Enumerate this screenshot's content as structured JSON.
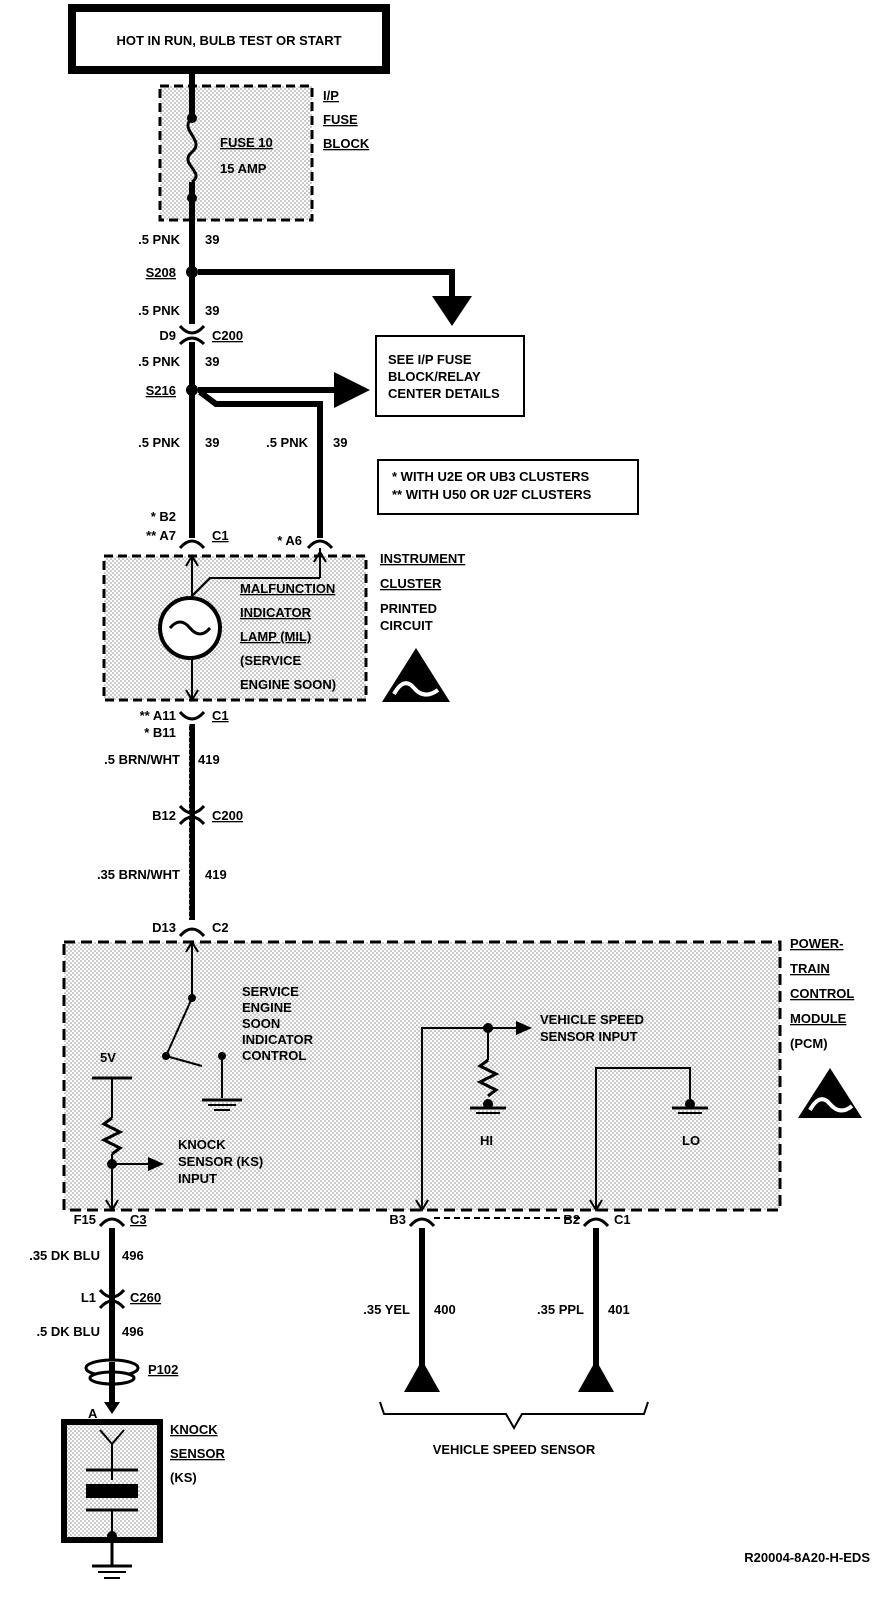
{
  "header": {
    "power_source": "HOT IN RUN, BULB TEST OR START"
  },
  "fuse_block": {
    "label_lines": [
      "I/P",
      "FUSE",
      "BLOCK"
    ],
    "fuse_name": "FUSE 10",
    "fuse_rating": "15 AMP"
  },
  "wires": {
    "w1": {
      "gauge": ".5 PNK",
      "circuit": "39"
    },
    "w2": {
      "gauge": ".5 PNK",
      "circuit": "39"
    },
    "w3": {
      "gauge": ".5 PNK",
      "circuit": "39"
    },
    "w4": {
      "gauge": ".5 PNK",
      "circuit": "39"
    },
    "w5": {
      "gauge": ".5 PNK",
      "circuit": "39"
    },
    "w6": {
      "gauge": ".5 BRN/WHT",
      "circuit": "419"
    },
    "w7": {
      "gauge": ".35 BRN/WHT",
      "circuit": "419"
    },
    "w8": {
      "gauge": ".35 DK BLU",
      "circuit": "496"
    },
    "w9": {
      "gauge": ".5 DK BLU",
      "circuit": "496"
    },
    "w10": {
      "gauge": ".35 YEL",
      "circuit": "400"
    },
    "w11": {
      "gauge": ".35 PPL",
      "circuit": "401"
    }
  },
  "splices": {
    "s1": "S208",
    "s2": "S216"
  },
  "connectors": {
    "c200_top_pin": "D9",
    "c200_top": "C200",
    "c1_pin_a": "* B2",
    "c1_pin_b": "** A7",
    "c1": "C1",
    "c1_pin_c": "* A6",
    "c1_bot_pin_a": "** A11",
    "c1_bot_pin_b": "* B11",
    "c1_bot": "C1",
    "c200_b_pin": "B12",
    "c200_b": "C200",
    "c2_pin": "D13",
    "c2": "C2",
    "c3_pin": "F15",
    "c3": "C3",
    "c260_pin": "L1",
    "c260": "C260",
    "p102": "P102",
    "ks_pin": "A",
    "b3": "B3",
    "b2": "B2",
    "c1_pcm": "C1"
  },
  "notes": {
    "see_details": [
      "SEE I/P FUSE",
      "BLOCK/RELAY",
      "CENTER DETAILS"
    ],
    "legend": [
      "* WITH U2E OR UB3 CLUSTERS",
      "** WITH U50 OR U2F CLUSTERS"
    ]
  },
  "instrument_cluster": {
    "label_lines": [
      "INSTRUMENT",
      "CLUSTER",
      "PRINTED",
      "CIRCUIT"
    ],
    "mil_lines": [
      "MALFUNCTION",
      "INDICATOR",
      "LAMP (MIL)",
      "(SERVICE",
      "ENGINE SOON)"
    ]
  },
  "pcm": {
    "label_lines": [
      "POWER-",
      "TRAIN",
      "CONTROL",
      "MODULE",
      "(PCM)"
    ],
    "ses_control": [
      "SERVICE",
      "ENGINE",
      "SOON",
      "INDICATOR",
      "CONTROL"
    ],
    "v5": "5V",
    "knock_input": [
      "KNOCK",
      "SENSOR (KS)",
      "INPUT"
    ],
    "vss_input": [
      "VEHICLE SPEED",
      "SENSOR INPUT"
    ],
    "hi": "HI",
    "lo": "LO"
  },
  "knock_sensor": {
    "label_lines": [
      "KNOCK",
      "SENSOR",
      "(KS)"
    ]
  },
  "vss": {
    "label": "VEHICLE SPEED SENSOR"
  },
  "doc_id": "R20004-8A20-H-EDS",
  "colors": {
    "ink": "#000000",
    "paper": "#ffffff",
    "shade": "#b0b0b0"
  }
}
